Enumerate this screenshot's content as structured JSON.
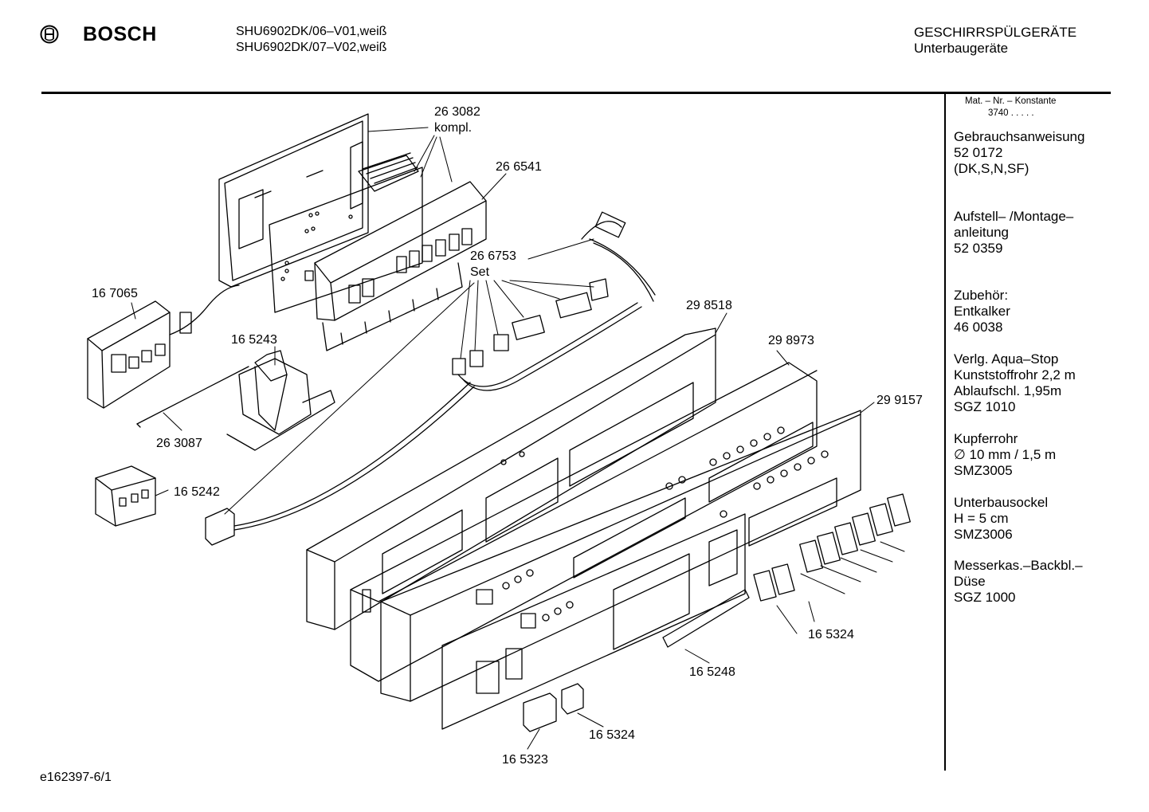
{
  "header": {
    "brand": "BOSCH",
    "models": [
      "SHU6902DK/06–V01,weiß",
      "SHU6902DK/07–V02,weiß"
    ],
    "category": "GESCHIRRSPÜLGERÄTE",
    "subcategory": "Unterbaugeräte"
  },
  "sidebar": {
    "matno_title": "Mat. – Nr. – Konstante",
    "matno_value": "3740  .  .  .  .  .",
    "blocks": [
      [
        "Gebrauchsanweisung",
        "52 0172",
        "(DK,S,N,SF)"
      ],
      [
        "Aufstell– /Montage–",
        "anleitung",
        "52 0359"
      ],
      [
        "Zubehör:",
        "Entkalker",
        "46 0038"
      ],
      [
        "Verlg. Aqua–Stop",
        "Kunststoffrohr 2,2 m",
        "Ablaufschl. 1,95m",
        "SGZ 1010"
      ],
      [
        "Kupferrohr",
        "∅ 10 mm / 1,5 m",
        "SMZ3005"
      ],
      [
        "Unterbausockel",
        "H = 5 cm",
        "SMZ3006"
      ],
      [
        "Messerkas.–Backbl.–",
        "Düse",
        "SGZ 1000"
      ]
    ]
  },
  "parts": {
    "p263082": "26 3082",
    "p263082_note": "kompl.",
    "p266541": "26 6541",
    "p266753": "26 6753",
    "p266753_note": "Set",
    "p167065": "16 7065",
    "p165243": "16 5243",
    "p263087": "26 3087",
    "p165242": "16 5242",
    "p298518": "29 8518",
    "p298973": "29 8973",
    "p299157": "29 9157",
    "p165324a": "16 5324",
    "p165248": "16 5248",
    "p165324b": "16 5324",
    "p165323": "16 5323"
  },
  "footer": {
    "drawing_id": "e162397-6/1"
  }
}
